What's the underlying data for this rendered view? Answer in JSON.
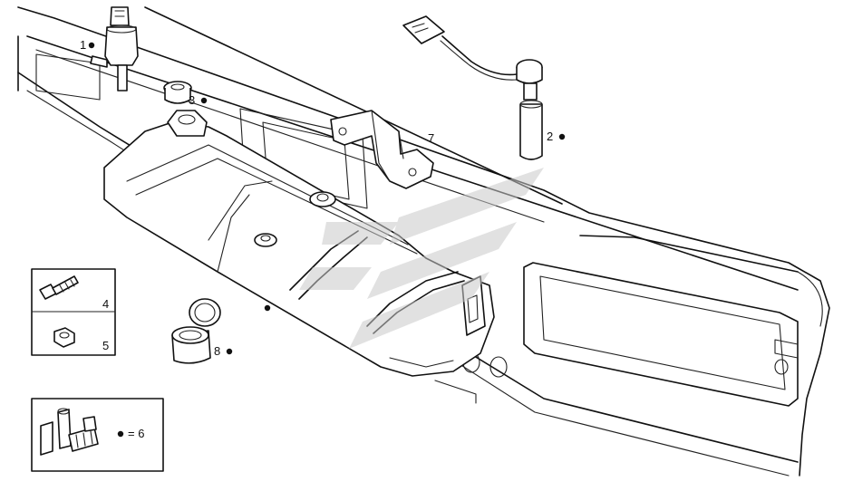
{
  "callouts": {
    "c1": "1",
    "c2": "2",
    "c3": "3",
    "c4": "4",
    "c5": "5",
    "c6": "= 6",
    "c7": "7",
    "c8": "8"
  },
  "colors": {
    "line": "#111111",
    "background": "#ffffff",
    "watermark": "#c9c9c9"
  },
  "icons": {
    "bullet": "filled-circle-icon"
  }
}
